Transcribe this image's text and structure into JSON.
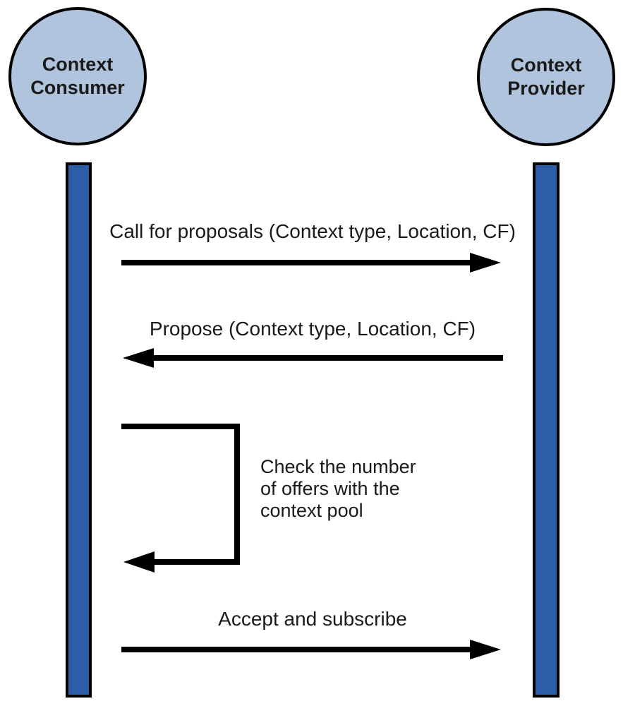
{
  "diagram": {
    "actors": [
      {
        "id": "context-consumer",
        "line1": "Context",
        "line2": "Consumer"
      },
      {
        "id": "context-provider",
        "line1": "Context",
        "line2": "Provider"
      }
    ],
    "messages": [
      {
        "label": "Call for proposals (Context type, Location, CF)",
        "direction": "right"
      },
      {
        "label": "Propose (Context type, Location, CF)",
        "direction": "left"
      },
      {
        "type": "self-message",
        "lines": [
          "Check the number",
          "of offers with the",
          "context pool"
        ]
      },
      {
        "label": "Accept and subscribe",
        "direction": "right"
      }
    ]
  },
  "colors": {
    "actor_fill": "#b0c4de",
    "lifeline_fill": "#2d5fa8",
    "stroke": "#000000",
    "text": "#1a1a1a"
  }
}
